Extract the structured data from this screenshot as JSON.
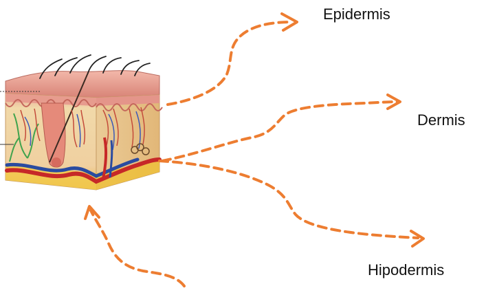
{
  "labels": {
    "epidermis": "Epidermis",
    "dermis": "Dermis",
    "hipodermis": "Hipodermis"
  },
  "colors": {
    "arrow": "#ED7D31",
    "skin_surface": "#E8A79A",
    "dermis_fill": "#F0D7A8",
    "hypodermis_fill": "#F2C94C",
    "artery": "#C62828",
    "vein": "#2A4BA0",
    "hair": "#222222"
  },
  "icons": {
    "skin_block": "skin-cross-section-illustration"
  }
}
